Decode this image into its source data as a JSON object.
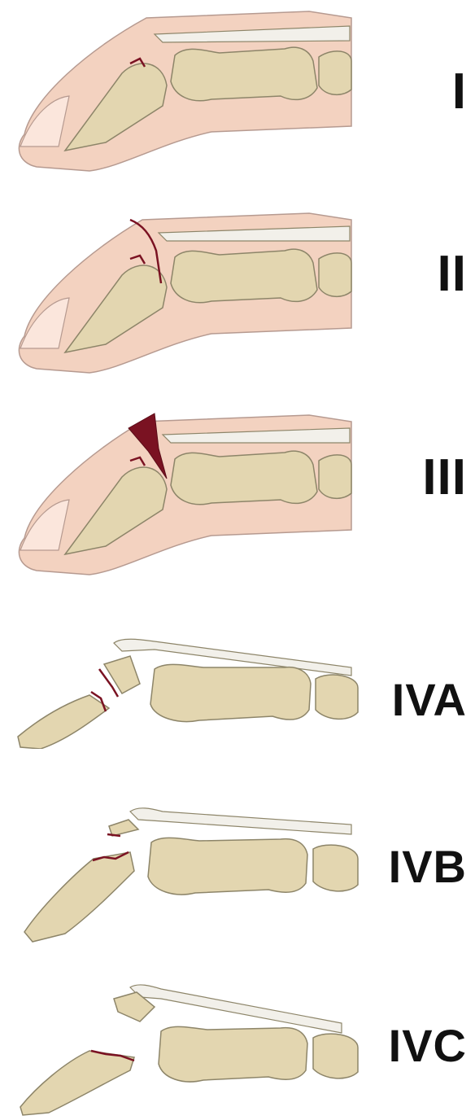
{
  "panels": [
    {
      "label": "I"
    },
    {
      "label": "II"
    },
    {
      "label": "III"
    },
    {
      "label": "IVA"
    },
    {
      "label": "IVB"
    },
    {
      "label": "IVC"
    }
  ],
  "colors": {
    "skin": "#f3d2c0",
    "skin_edge": "#b69a90",
    "bone": "#e3d6b0",
    "bone_edge": "#8d8569",
    "tendon": "#f2f0ea",
    "blood": "#7a1222"
  }
}
